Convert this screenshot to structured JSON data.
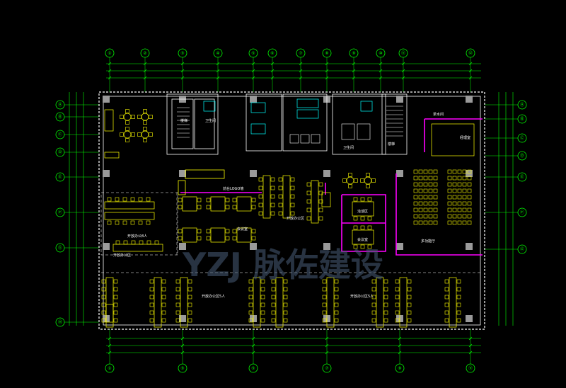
{
  "drawing": {
    "background": "#000000",
    "grid_axis_color": "#00ff00",
    "wall_color": "#ffffff",
    "furniture_color": "#ffff00",
    "partition_color": "#ff00ff",
    "room_line_color": "#00ffff",
    "column_color": "#9a9a9a",
    "watermark_color": "#2e3a4a",
    "watermark_text": "YZJ 脉佐建设",
    "top_axes": [
      "①",
      "②",
      "③",
      "④",
      "⑤",
      "⑥",
      "⑦",
      "⑧",
      "⑨",
      "⑩",
      "⑪",
      "⑫"
    ],
    "bottom_axes": [
      "①",
      "③",
      "⑤",
      "⑦",
      "⑨",
      "⑪"
    ],
    "left_axes": [
      "Ⓐ",
      "Ⓑ",
      "Ⓒ",
      "Ⓓ",
      "Ⓔ",
      "Ⓕ",
      "Ⓖ",
      "Ⓗ"
    ],
    "right_axes": [
      "Ⓐ",
      "Ⓑ",
      "Ⓒ",
      "Ⓓ",
      "Ⓔ",
      "Ⓕ",
      "Ⓖ"
    ],
    "room_labels": {
      "toilet_a": "卫生间",
      "toilet_b": "卫生间",
      "stair_a": "楼梯",
      "stair_b": "楼梯",
      "pantry": "茶水间",
      "office": "经理室",
      "logo_wall": "前台LOGO墙",
      "open_office_1": "开放办公8人",
      "open_office_2": "开放办公区",
      "meeting_small": "洽谈区",
      "meeting_a": "会议室",
      "meeting_b": "会议室",
      "training": "多功能厅",
      "work_zone_1": "开放办公区5人",
      "work_zone_2": "开放办公区",
      "work_zone_3": "开放办公区5人"
    }
  }
}
